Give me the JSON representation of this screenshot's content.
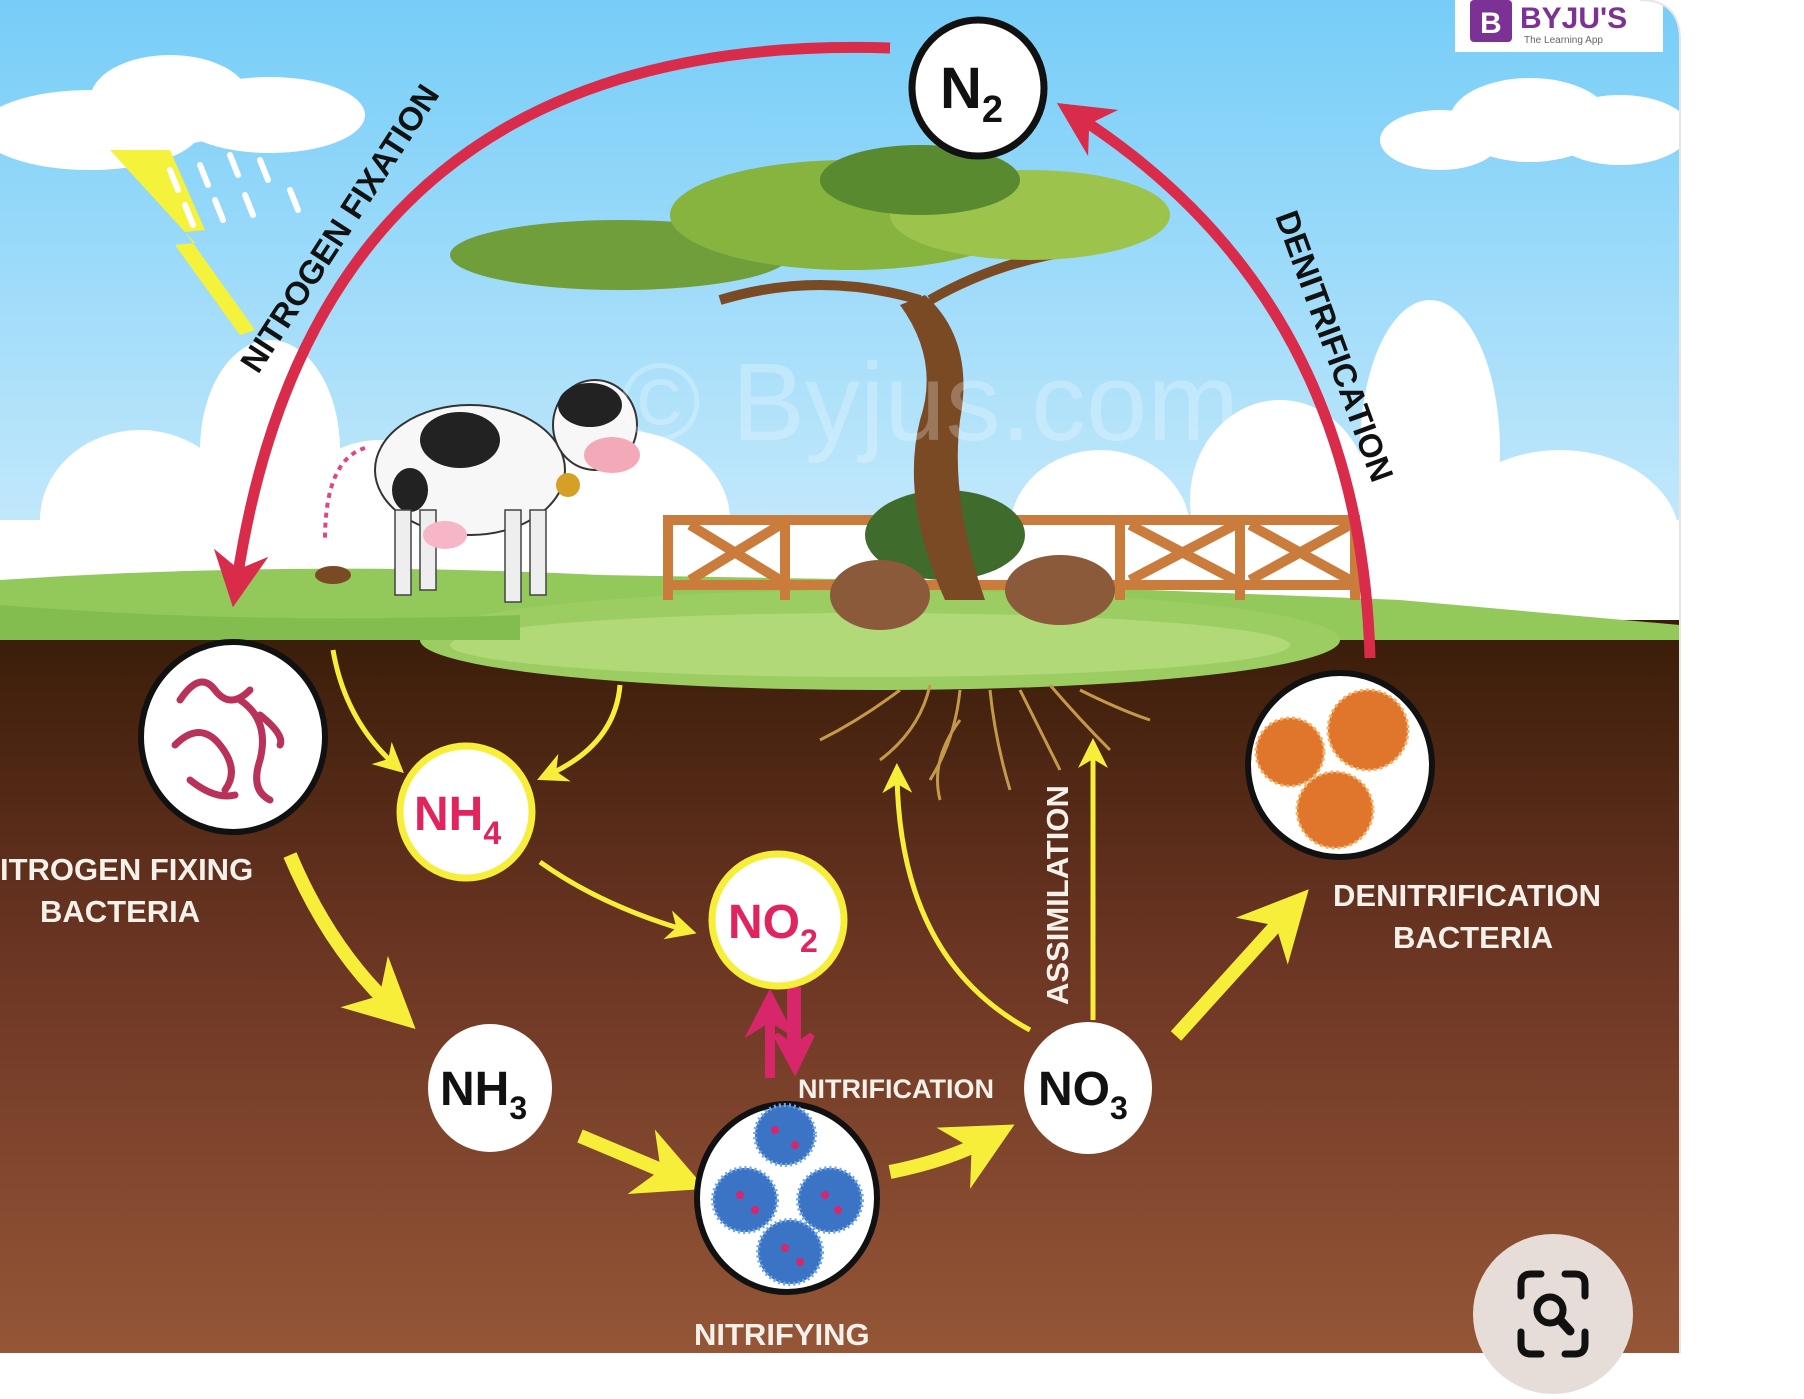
{
  "diagram": {
    "title": "Nitrogen Cycle",
    "brand": {
      "name": "BYJU'S",
      "tagline": "The Learning App",
      "logo_letter": "B",
      "color": "#7b3294"
    },
    "watermark": "© Byjus.com",
    "process_labels": {
      "nitrogen_fixation": "NITROGEN FIXATION",
      "denitrification": "DENITRIFICATION",
      "assimilation": "ASSIMILATION",
      "nitrification": "NITRIFICATION"
    },
    "nodes": {
      "n2": {
        "main": "N",
        "sub": "2"
      },
      "nh4": {
        "main": "NH",
        "sub": "4"
      },
      "no2": {
        "main": "NO",
        "sub": "2"
      },
      "nh3": {
        "main": "NH",
        "sub": "3"
      },
      "no3": {
        "main": "NO",
        "sub": "3"
      }
    },
    "bacteria_labels": {
      "nitrogen_fixing_line1": "ITROGEN FIXING",
      "nitrogen_fixing_line2": "BACTERIA",
      "denitrification_line1": "DENITRIFICATION",
      "denitrification_line2": "BACTERIA",
      "nitrifying": "NITRIFYING"
    },
    "colors": {
      "sky_top": "#79cff7",
      "sky_bottom": "#d9f1fd",
      "soil_top": "#3a1e0a",
      "soil_bottom": "#94553a",
      "grass": "#8cc152",
      "red_arrow": "#d92b4a",
      "yellow_arrow": "#f7ee3a",
      "compound_red": "#e0245e"
    }
  },
  "overlay": {
    "lens_button": {
      "icon": "visual-search-icon",
      "label": "Search image"
    }
  }
}
